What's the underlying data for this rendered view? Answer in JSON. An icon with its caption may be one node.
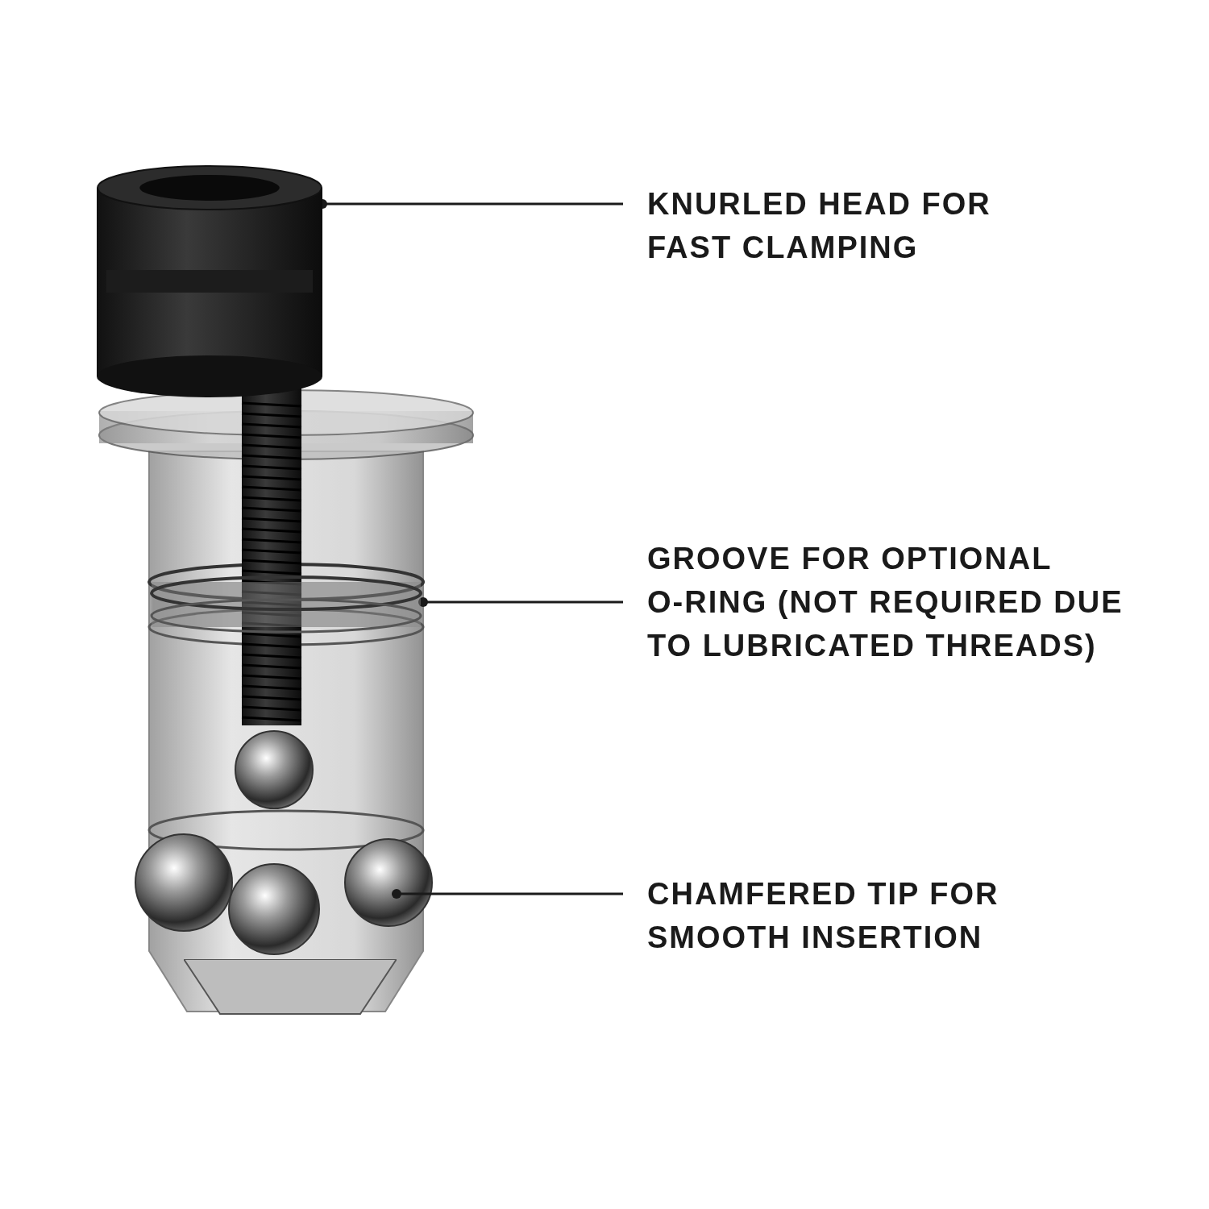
{
  "diagram": {
    "nodes": [
      {
        "text": [
          "KNURLED HEAD FOR FAST CLAMPING"
        ]
      },
      {
        "text": [
          "GROOVE FOR OPTIONAL O-RING (NOT REQUIRED DUE TO LUBRICATED THREADS)"
        ]
      },
      {
        "text": [
          "CHAMFERED TIP FOR SMOOTH INSERTION"
        ]
      },
      {
        "text": [],
        "shape": "picture"
      },
      {
        "text": [],
        "shape": "picture"
      },
      {
        "text": [],
        "shape": "picture"
      }
    ],
    "edges": [
      {
        "from": 3,
        "to": 0,
        "arrow": "other"
      },
      {
        "from": 4,
        "to": 1,
        "arrow": "other"
      },
      {
        "from": 5,
        "to": 2,
        "arrow": "other"
      }
    ]
  }
}
